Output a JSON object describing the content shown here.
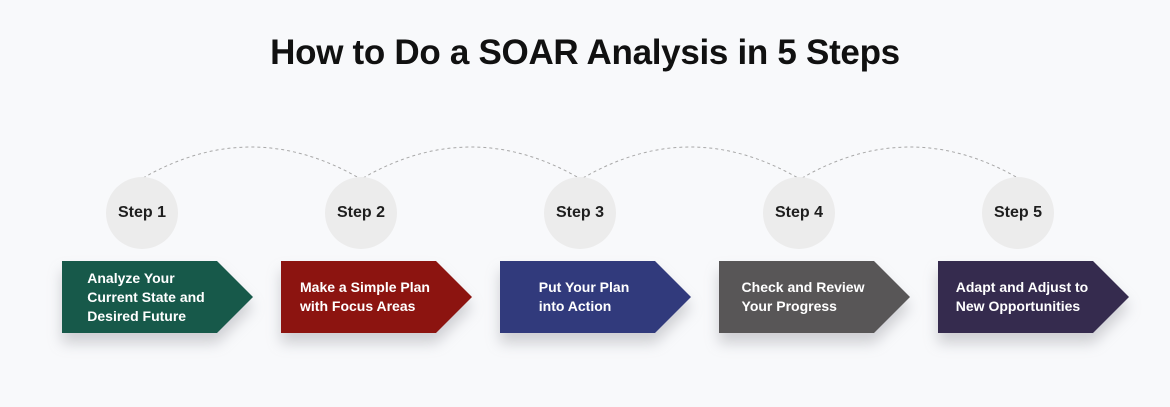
{
  "title": "How to Do a SOAR Analysis in 5 Steps",
  "theme": {
    "background": "#f8f9fb",
    "title_color": "#111111",
    "circle_color": "#ececec",
    "circle_text_color": "#1e1e1e",
    "arrow_text_color": "#ffffff"
  },
  "connector": {
    "style": "dashed",
    "color": "#a8a8a8"
  },
  "steps": [
    {
      "step_label": "Step 1",
      "color": "#17594a",
      "lines": [
        "Analyze Your",
        "Current State and",
        "Desired Future"
      ]
    },
    {
      "step_label": "Step 2",
      "color": "#8c1410",
      "lines": [
        "Make a Simple Plan",
        "with Focus Areas"
      ]
    },
    {
      "step_label": "Step 3",
      "color": "#313a7c",
      "lines": [
        "Put Your Plan",
        "into Action"
      ]
    },
    {
      "step_label": "Step 4",
      "color": "#585657",
      "lines": [
        "Check and Review",
        "Your Progress"
      ]
    },
    {
      "step_label": "Step 5",
      "color": "#352b4e",
      "lines": [
        "Adapt and Adjust to",
        "New Opportunities"
      ]
    }
  ]
}
